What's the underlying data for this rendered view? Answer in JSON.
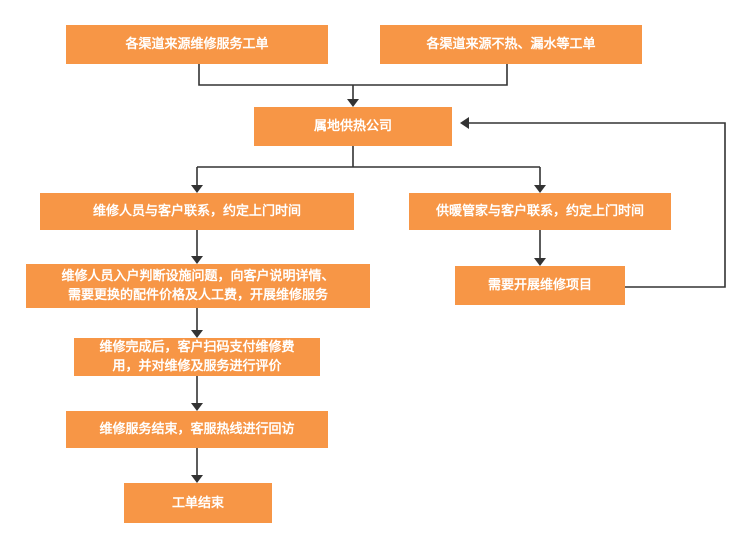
{
  "flowchart": {
    "nodes": {
      "source_service": "各渠道来源维修服务工单",
      "source_heat": "各渠道来源不热、漏水等工单",
      "local_company": "属地供热公司",
      "repair_contact": "维修人员与客户联系，约定上门时间",
      "steward_contact": "供暖管家与客户联系，约定上门时间",
      "diagnose_line1": "维修人员入户判断设施问题，向客户说明详情、",
      "diagnose_line2": "需要更换的配件价格及人工费，开展维修服务",
      "need_repair": "需要开展维修项目",
      "pay_line1": "维修完成后，客户扫码支付维修费",
      "pay_line2": "用，并对维修及服务进行评价",
      "service_end": "维修服务结束，客服热线进行回访",
      "order_end": "工单结束"
    }
  },
  "colors": {
    "node_fill": "#f79646",
    "node_text": "#ffffff",
    "connector": "#333333"
  }
}
